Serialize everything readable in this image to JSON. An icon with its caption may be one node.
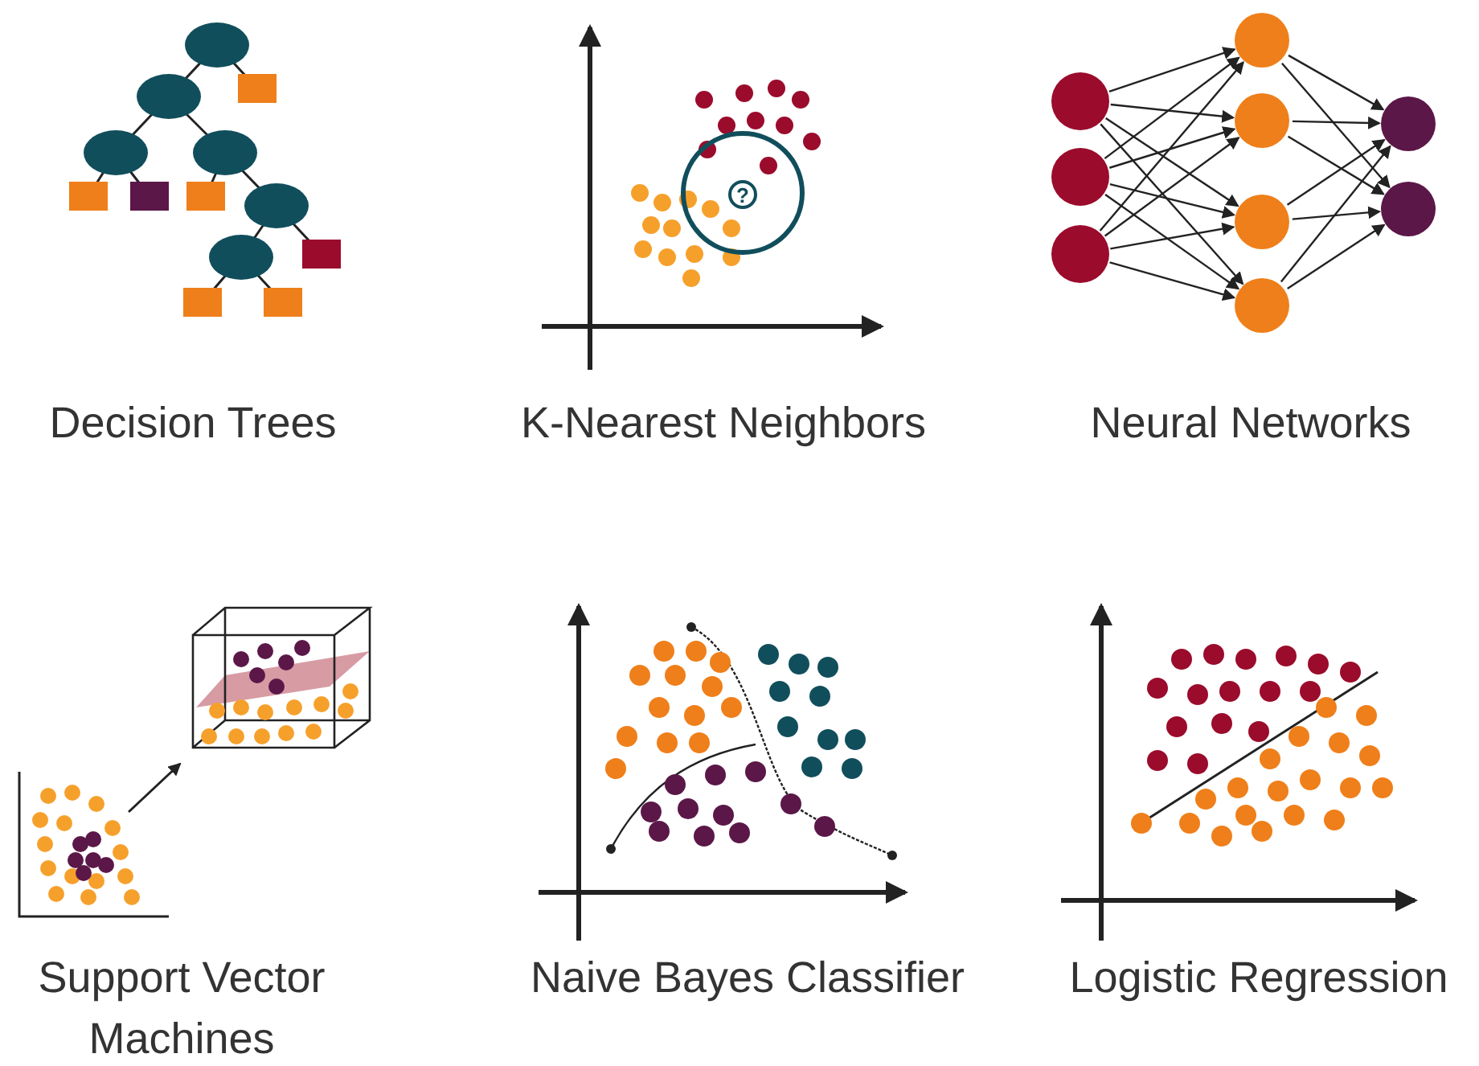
{
  "diagram": {
    "labels": [
      "?",
      "Decision Trees",
      "K-Nearest Neighbors",
      "Neural Networks",
      "Support Vector Machines",
      "Naive Bayes Classifier",
      "Logistic Regression"
    ]
  }
}
